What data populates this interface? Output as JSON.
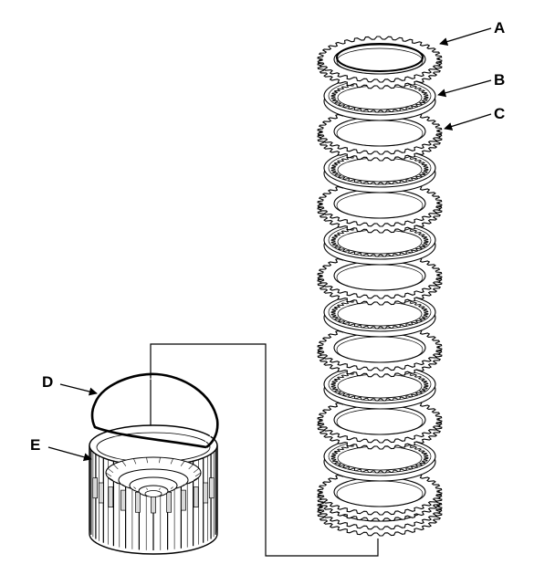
{
  "callouts": {
    "a": {
      "label": "A"
    },
    "b": {
      "label": "B"
    },
    "c": {
      "label": "C"
    },
    "d": {
      "label": "D"
    },
    "e": {
      "label": "E"
    }
  },
  "stack": {
    "pairs": 6
  },
  "colors": {
    "line": "#000000",
    "fill": "#ffffff",
    "shade": "#d9d9d9"
  }
}
